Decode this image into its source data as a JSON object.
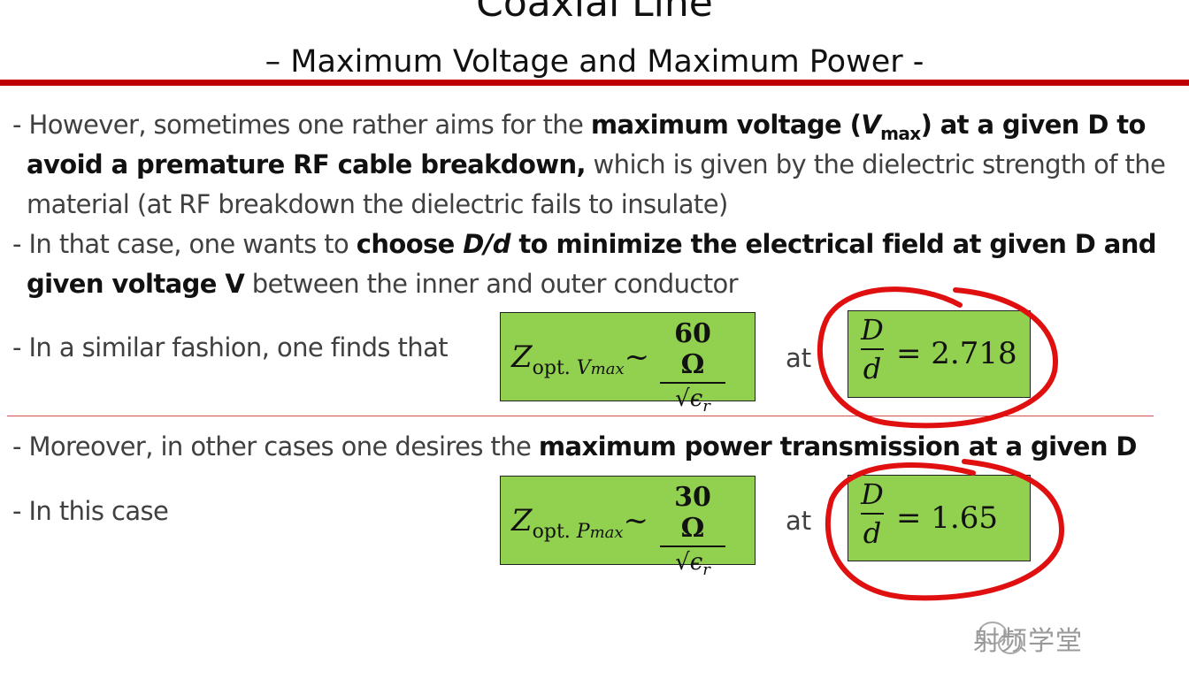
{
  "slide": {
    "title": "Coaxial Line",
    "subtitle": "– Maximum Voltage and Maximum Power -",
    "bullets": [
      {
        "p1": "- However, sometimes one rather aims for the ",
        "b1": "maximum voltage (",
        "b1v": "V",
        "b1sub": "max",
        "b1end": ") at a given D to"
      },
      {
        "b1": "avoid a premature RF cable breakdown,",
        "p1": " which is given by the dielectric strength of the"
      },
      {
        "p1": "material (at RF breakdown the dielectric fails to insulate)"
      },
      {
        "p1": "- In that case, one wants to ",
        "b1": "choose ",
        "b1i": "D/d",
        "b2": " to minimize the electrical field at given D and"
      },
      {
        "b1": "given voltage V",
        "p1": " between the inner and outer conductor"
      },
      {
        "p1": "- In a similar fashion, one finds that"
      },
      {
        "p1": "- Moreover, in other cases one desires the ",
        "b1": "maximum power transmission at a given D"
      },
      {
        "p1": "- In this case"
      }
    ],
    "formulas": [
      {
        "z": "Z",
        "sub": "opt. ",
        "subvar": "V",
        "subvar2": "max",
        "tilde": "~",
        "num": "60 Ω",
        "den": "√ϵ",
        "den_sub": "r",
        "at": "at",
        "ratio_num": "D",
        "ratio_den": "d",
        "ratio_value": "= 2.718"
      },
      {
        "z": "Z",
        "sub": "opt. ",
        "subvar": "P",
        "subvar2": "max",
        "tilde": "~",
        "num": "30 Ω",
        "den": "√ϵ",
        "den_sub": "r",
        "at": "at",
        "ratio_num": "D",
        "ratio_den": "d",
        "ratio_value": "= 1.65"
      }
    ],
    "watermark": "射频学堂",
    "colors": {
      "accent_red": "#c00000",
      "box_green": "#92d050",
      "annotation_red": "#e01010"
    }
  }
}
